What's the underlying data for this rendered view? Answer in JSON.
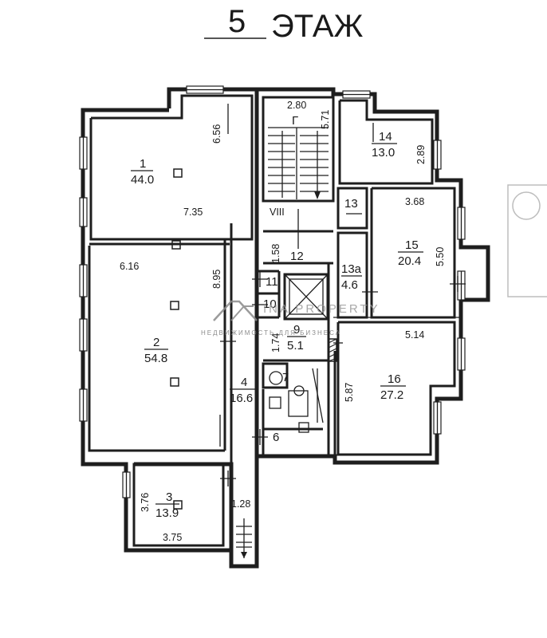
{
  "title": {
    "number": "5",
    "label": "ЭТАЖ"
  },
  "rooms": [
    {
      "id": "room-1",
      "number": "1",
      "area": "44.0"
    },
    {
      "id": "room-2",
      "number": "2",
      "area": "54.8"
    },
    {
      "id": "room-3",
      "number": "3",
      "area": "13.9"
    },
    {
      "id": "room-4",
      "number": "4",
      "area": "16.6"
    },
    {
      "id": "room-9",
      "number": "9",
      "area": "5.1"
    },
    {
      "id": "room-13a",
      "number": "13а",
      "area": "4.6"
    },
    {
      "id": "room-14",
      "number": "14",
      "area": "13.0"
    },
    {
      "id": "room-15",
      "number": "15",
      "area": "20.4"
    },
    {
      "id": "room-16",
      "number": "16",
      "area": "27.2"
    }
  ],
  "labels": {
    "r6": "6",
    "r7": "7",
    "r10": "10",
    "r11": "11",
    "r12": "12",
    "r13": "13",
    "stair": "Г",
    "section": "VIII"
  },
  "dimensions": {
    "d656": "6.56",
    "d735": "7.35",
    "d616": "6.16",
    "d895": "8.95",
    "d376": "3.76",
    "d375": "3.75",
    "d128": "1.28",
    "d280": "2.80",
    "d571": "5.71",
    "d158": "1.58",
    "d174": "1.74",
    "d289": "2.89",
    "d368": "3.68",
    "d550": "5.50",
    "d514": "5.14",
    "d587": "5.87"
  },
  "watermark": {
    "brand": "INA PROPERTY",
    "tagline": "НЕДВИЖИМОСТЬ ДЛЯ БИЗНЕСА"
  }
}
